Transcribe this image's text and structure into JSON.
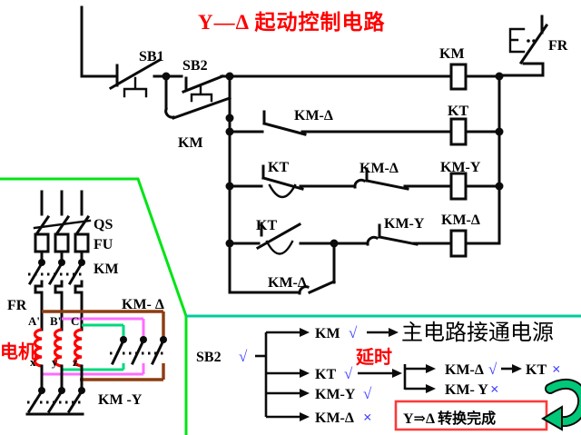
{
  "title": "Y—Δ 起动控制电路",
  "control": {
    "sb1": "SB1",
    "sb2": "SB2",
    "km_aux": "KM",
    "km_coil": "KM",
    "fr": "FR",
    "kt_coil": "KT",
    "r2_contact": "KM-Δ",
    "r3_kt": "KT",
    "r3_contact": "KM-Δ",
    "kmy_coil": "KM-Y",
    "r4_kt": "KT",
    "r4_contact": "KM-Y",
    "kmd_coil": "KM-Δ",
    "r4_parallel": "KM-Δ"
  },
  "main": {
    "qs": "QS",
    "fu": "FU",
    "km": "KM",
    "fr": "FR",
    "motor": "电机",
    "km_delta": "KM- Δ",
    "km_y": "KM -Y",
    "top_terminals": [
      "A'",
      "B'",
      "C'"
    ],
    "bottom_terminals": [
      "x",
      "y",
      "z"
    ]
  },
  "flow": {
    "sb2": "SB2",
    "sb2_mark": "√",
    "b1": "KM",
    "b1_mark": "√",
    "b1_result": "主电路接通电源",
    "b2": "KT",
    "b2_mark": "√",
    "delay": "延时",
    "s1a": "KM-Δ",
    "s1a_mark": "√",
    "s1b": "KT",
    "s1b_mark": "×",
    "s2": "KM- Y",
    "s2_mark": "×",
    "b3": "KM-Y",
    "b3_mark": "√",
    "b4": "KM-Δ",
    "b4_mark": "×",
    "box": "Y⇒Δ 转换完成"
  },
  "colors": {
    "title_red": "#fe0000",
    "mark_blue": "#4343ff",
    "border_green": "#00e414",
    "divider_teal": "#00cc99",
    "wire_brown": "#8d3c10",
    "wire_magenta": "#ff6cff",
    "wire_green": "#00d97c",
    "box_red": "#fb3a3a"
  }
}
